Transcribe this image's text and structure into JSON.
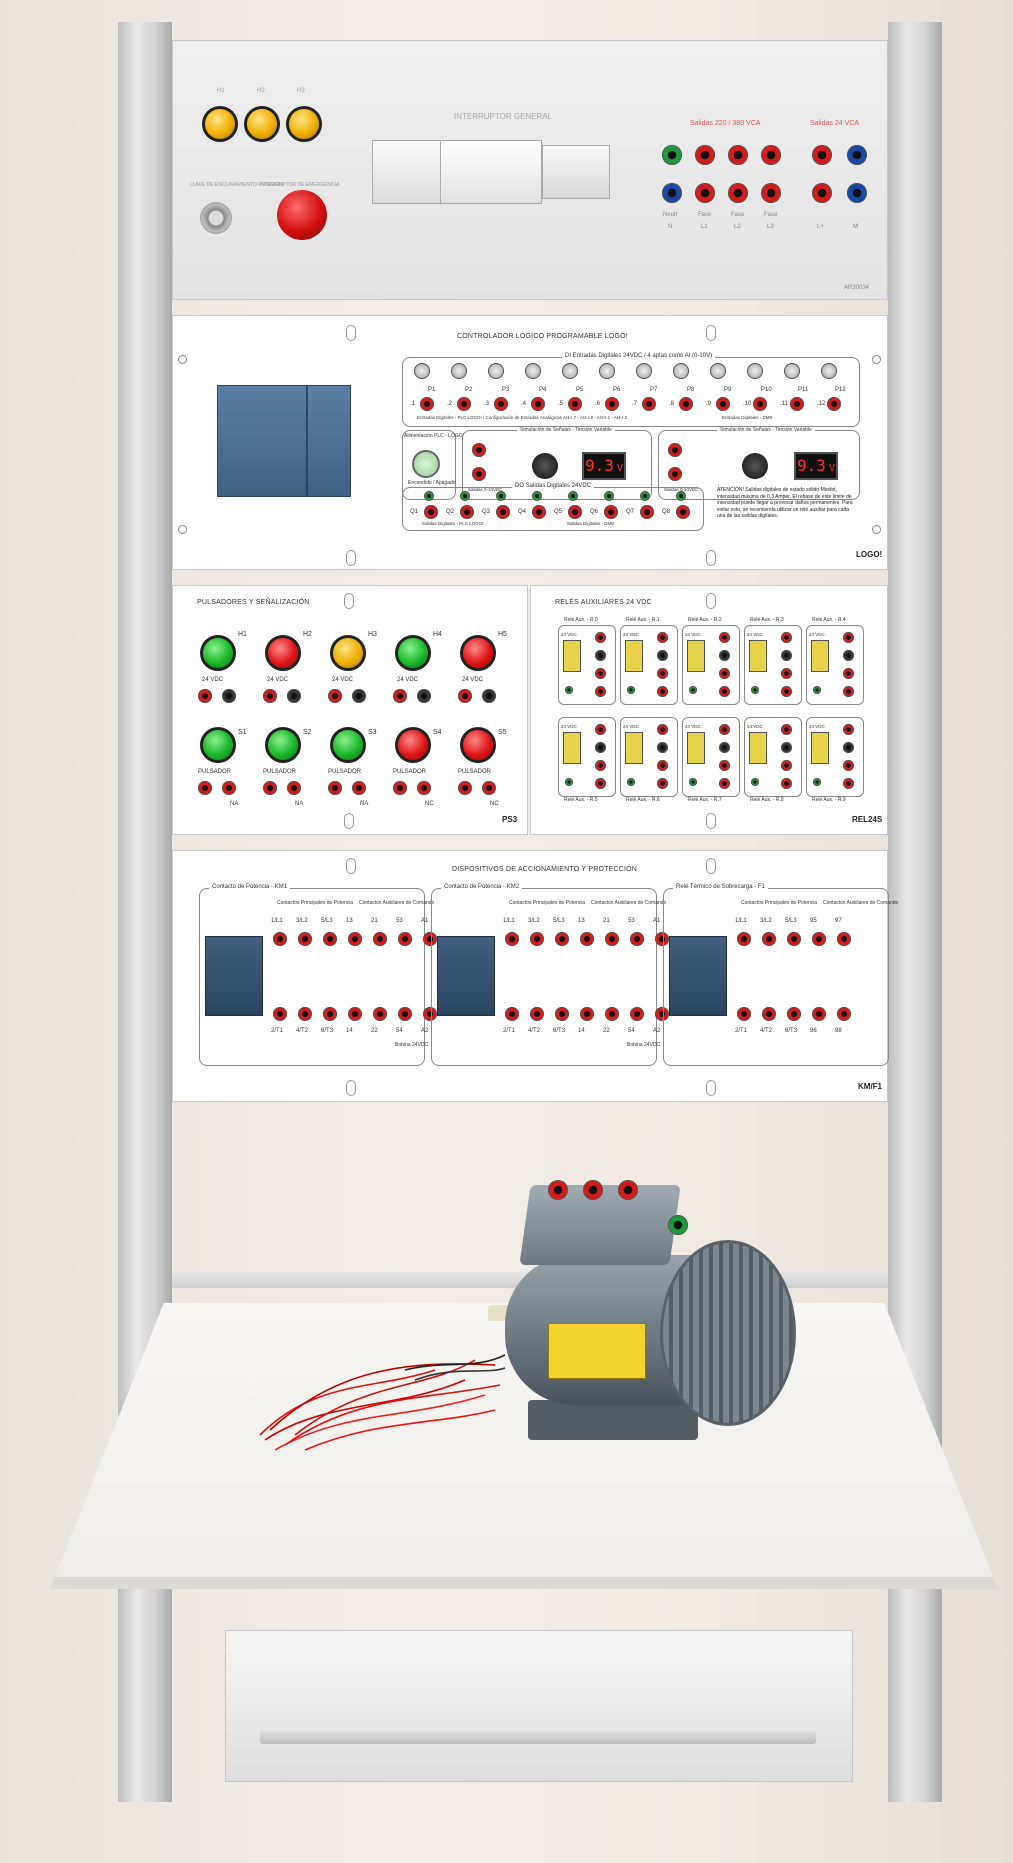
{
  "top_panel": {
    "lamp_labels": [
      "H1",
      "H2",
      "H3"
    ],
    "title": "INTERRUPTOR GENERAL",
    "outputs_ac": "Salidas 220 / 380 VCA",
    "outputs_dc": "Salidas 24 VCA",
    "ac_labels": [
      "Neutr",
      "Fase",
      "Fase",
      "Fase"
    ],
    "ac_sub": [
      "N",
      "L1",
      "L2",
      "L3"
    ],
    "dc_sub": [
      "L+",
      "M"
    ],
    "code": "AR30034",
    "key_label": "LLAVE DE ENCLAVAMIENTO POSICIÓN",
    "estop_label": "INTERRUPTOR DE EMERGENCIA"
  },
  "logo_panel": {
    "title": "CONTROLADOR LÓGICO PROGRAMABLE LOGO!",
    "di_header": "DI    Entradas Digitales 24VDC / 4 aptas como AI (0-10V)",
    "inputs": [
      "P1",
      "P2",
      "P3",
      "P4",
      "P5",
      "P6",
      "P7",
      "P8",
      "P9",
      "P10",
      "P11",
      "P12"
    ],
    "input_numbers": [
      ".1",
      ".2",
      ".3",
      ".4",
      ".5",
      ".6",
      ".7",
      ".8",
      ".9",
      ".10",
      ".11",
      ".12"
    ],
    "di_footer": "Entradas Digitales - PLC LOGO! / Configuración de Entradas Analógicas AI1-I.7 - AI2-I.8 - AI3-I.1 - AI4-I.2",
    "di_footer_dm8": "Entradas Digitales - DM8",
    "power_title": "Alimentación PLC - LOGO!",
    "power_sub": "Encendido / Apagado",
    "sim_title": "Simulación de Señales - Tensión Variable",
    "sim_out": "Salidas 0-10VDC",
    "display_value": "9.3",
    "display_unit": "V",
    "do_header": "DO    Salidas Digitales 24VDC",
    "outputs": [
      "Q1",
      "Q2",
      "Q3",
      "Q4",
      "Q5",
      "Q6",
      "Q7",
      "Q8"
    ],
    "do_footer_left": "Salidas Digitales - PLC LOGO!",
    "do_footer_right": "Salidas Digitales - DM8",
    "warning": "ATENCIÓN! Salidas digitales de estado sólido Mosfet, intensidad máxima de 0,3 Amper. El rebase de este límite de intensidad puede llegar a provocar daños permanentes. Para evitar esto, se recomienda utilizar un relé auxiliar para cada una de las salidas digitales.",
    "brand": "LOGO!"
  },
  "ps_panel": {
    "title": "PULSADORES Y SEÑALIZACIÓN",
    "lamps": [
      {
        "label": "H1",
        "color": "green",
        "sub": "24 VDC"
      },
      {
        "label": "H2",
        "color": "red",
        "sub": "24 VDC"
      },
      {
        "label": "H3",
        "color": "yellow",
        "sub": "24 VDC"
      },
      {
        "label": "H4",
        "color": "green",
        "sub": "24 VDC"
      },
      {
        "label": "H5",
        "color": "red",
        "sub": "24 VDC"
      }
    ],
    "buttons": [
      {
        "label": "S1",
        "color": "green",
        "sub": "PULSADOR",
        "type": "NA"
      },
      {
        "label": "S2",
        "color": "green",
        "sub": "PULSADOR",
        "type": "NA"
      },
      {
        "label": "S3",
        "color": "green",
        "sub": "PULSADOR",
        "type": "NA"
      },
      {
        "label": "S4",
        "color": "red",
        "sub": "PULSADOR",
        "type": "NC"
      },
      {
        "label": "S5",
        "color": "red",
        "sub": "PULSADOR",
        "type": "NC"
      }
    ],
    "code": "PS3"
  },
  "rel_panel": {
    "title": "RELÉS AUXILIARES 24 VDC",
    "relays_top": [
      "Relé Aux. - R.0",
      "Relé Aux. - R.1",
      "Relé Aux. - R.2",
      "Relé Aux. - R.3",
      "Relé Aux. - R.4"
    ],
    "relays_bottom": [
      "Relé Aux. - R.5",
      "Relé Aux. - R.6",
      "Relé Aux. - R.7",
      "Relé Aux. - R.8",
      "Relé Aux. - R.9"
    ],
    "coil": "24 VDC",
    "code": "REL24S"
  },
  "km_panel": {
    "title": "DISPOSITIVOS DE ACCIONAMIENTO Y PROTECCIÓN",
    "groups": [
      {
        "title": "Contacto de Potencia - KM1",
        "main": "Contactos Principales de Potencia",
        "aux": "Contactos Auxiliares de Comando",
        "top": [
          "1/L1",
          "3/L2",
          "5/L3",
          "13",
          "21",
          "53",
          "A1"
        ],
        "bottom": [
          "2/T1",
          "4/T2",
          "6/T3",
          "14",
          "22",
          "54",
          "A2"
        ],
        "coil": "Bobina 24VDC"
      },
      {
        "title": "Contacto de Potencia - KM2",
        "main": "Contactos Principales de Potencia",
        "aux": "Contactos Auxiliares de Comando",
        "top": [
          "1/L1",
          "3/L2",
          "5/L3",
          "13",
          "21",
          "53",
          "A1"
        ],
        "bottom": [
          "2/T1",
          "4/T2",
          "6/T3",
          "14",
          "22",
          "54",
          "A2"
        ],
        "coil": "Bobina 24VDC"
      },
      {
        "title": "Relé Térmico de Sobrecarga - F1",
        "main": "Contactos Principales de Potencia",
        "aux": "Contactos Auxiliares de Comando",
        "top": [
          "1/L1",
          "3/L2",
          "5/L3",
          "95",
          "97"
        ],
        "bottom": [
          "2/T1",
          "4/T2",
          "6/T3",
          "96",
          "98"
        ],
        "coil": ""
      }
    ],
    "code": "KM/F1"
  }
}
